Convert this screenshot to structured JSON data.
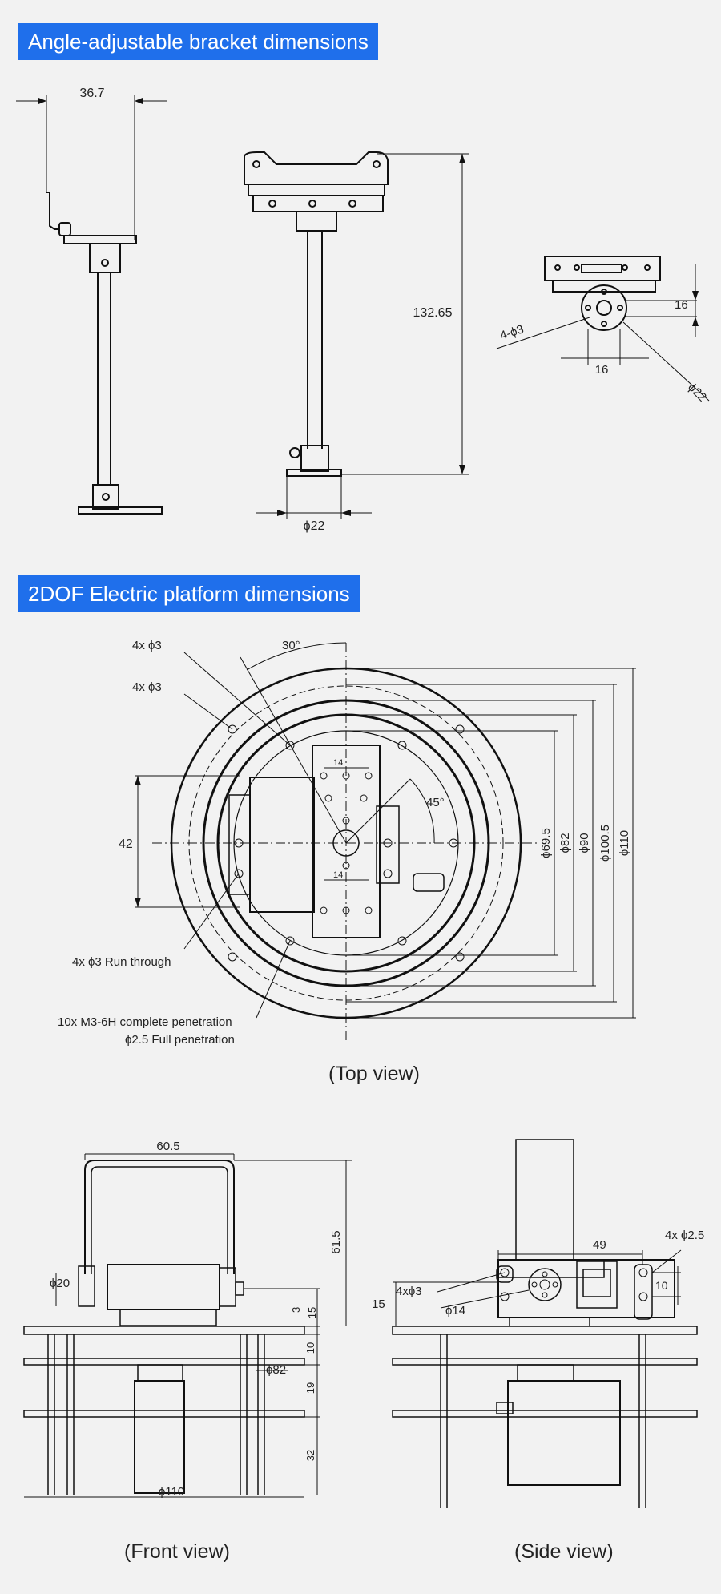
{
  "sections": {
    "bracket": {
      "title": "Angle-adjustable bracket dimensions"
    },
    "platform": {
      "title": "2DOF Electric platform dimensions"
    }
  },
  "bracket_dims": {
    "width": "36.7",
    "height": "132.65",
    "base_dia": "ϕ22",
    "holes": "4-ϕ3",
    "hole_spacing_v": "16",
    "hole_spacing_h": "16",
    "flange_dia": "ϕ22"
  },
  "top_view": {
    "caption": "(Top view)",
    "hole_label_1": "4x ϕ3",
    "hole_label_2": "4x ϕ3",
    "angle_30": "30°",
    "angle_45": "45°",
    "dim_42": "42",
    "dim_14_top": "14",
    "dim_14_bottom": "14",
    "run_through": "4x ϕ3 Run through",
    "m3_label": "10x M3-6H complete penetration",
    "phi25_label": "ϕ2.5 Full penetration",
    "dia_labels": [
      "ϕ69.5",
      "ϕ82",
      "ϕ90",
      "ϕ100.5",
      "ϕ110"
    ]
  },
  "front_view": {
    "caption": "(Front view)",
    "width_top": "60.5",
    "height_615": "61.5",
    "phi20": "ϕ20",
    "dim_3": "3",
    "dim_15": "15",
    "dim_10": "10",
    "dim_19": "19",
    "dim_32": "32",
    "phi82": "ϕ82",
    "phi110": "ϕ110"
  },
  "side_view": {
    "caption": "(Side view)",
    "dim_49": "49",
    "holes_25": "4x ϕ2.5",
    "dim_10": "10",
    "holes_3": "4xϕ3",
    "dim_15": "15",
    "phi14": "ϕ14"
  }
}
